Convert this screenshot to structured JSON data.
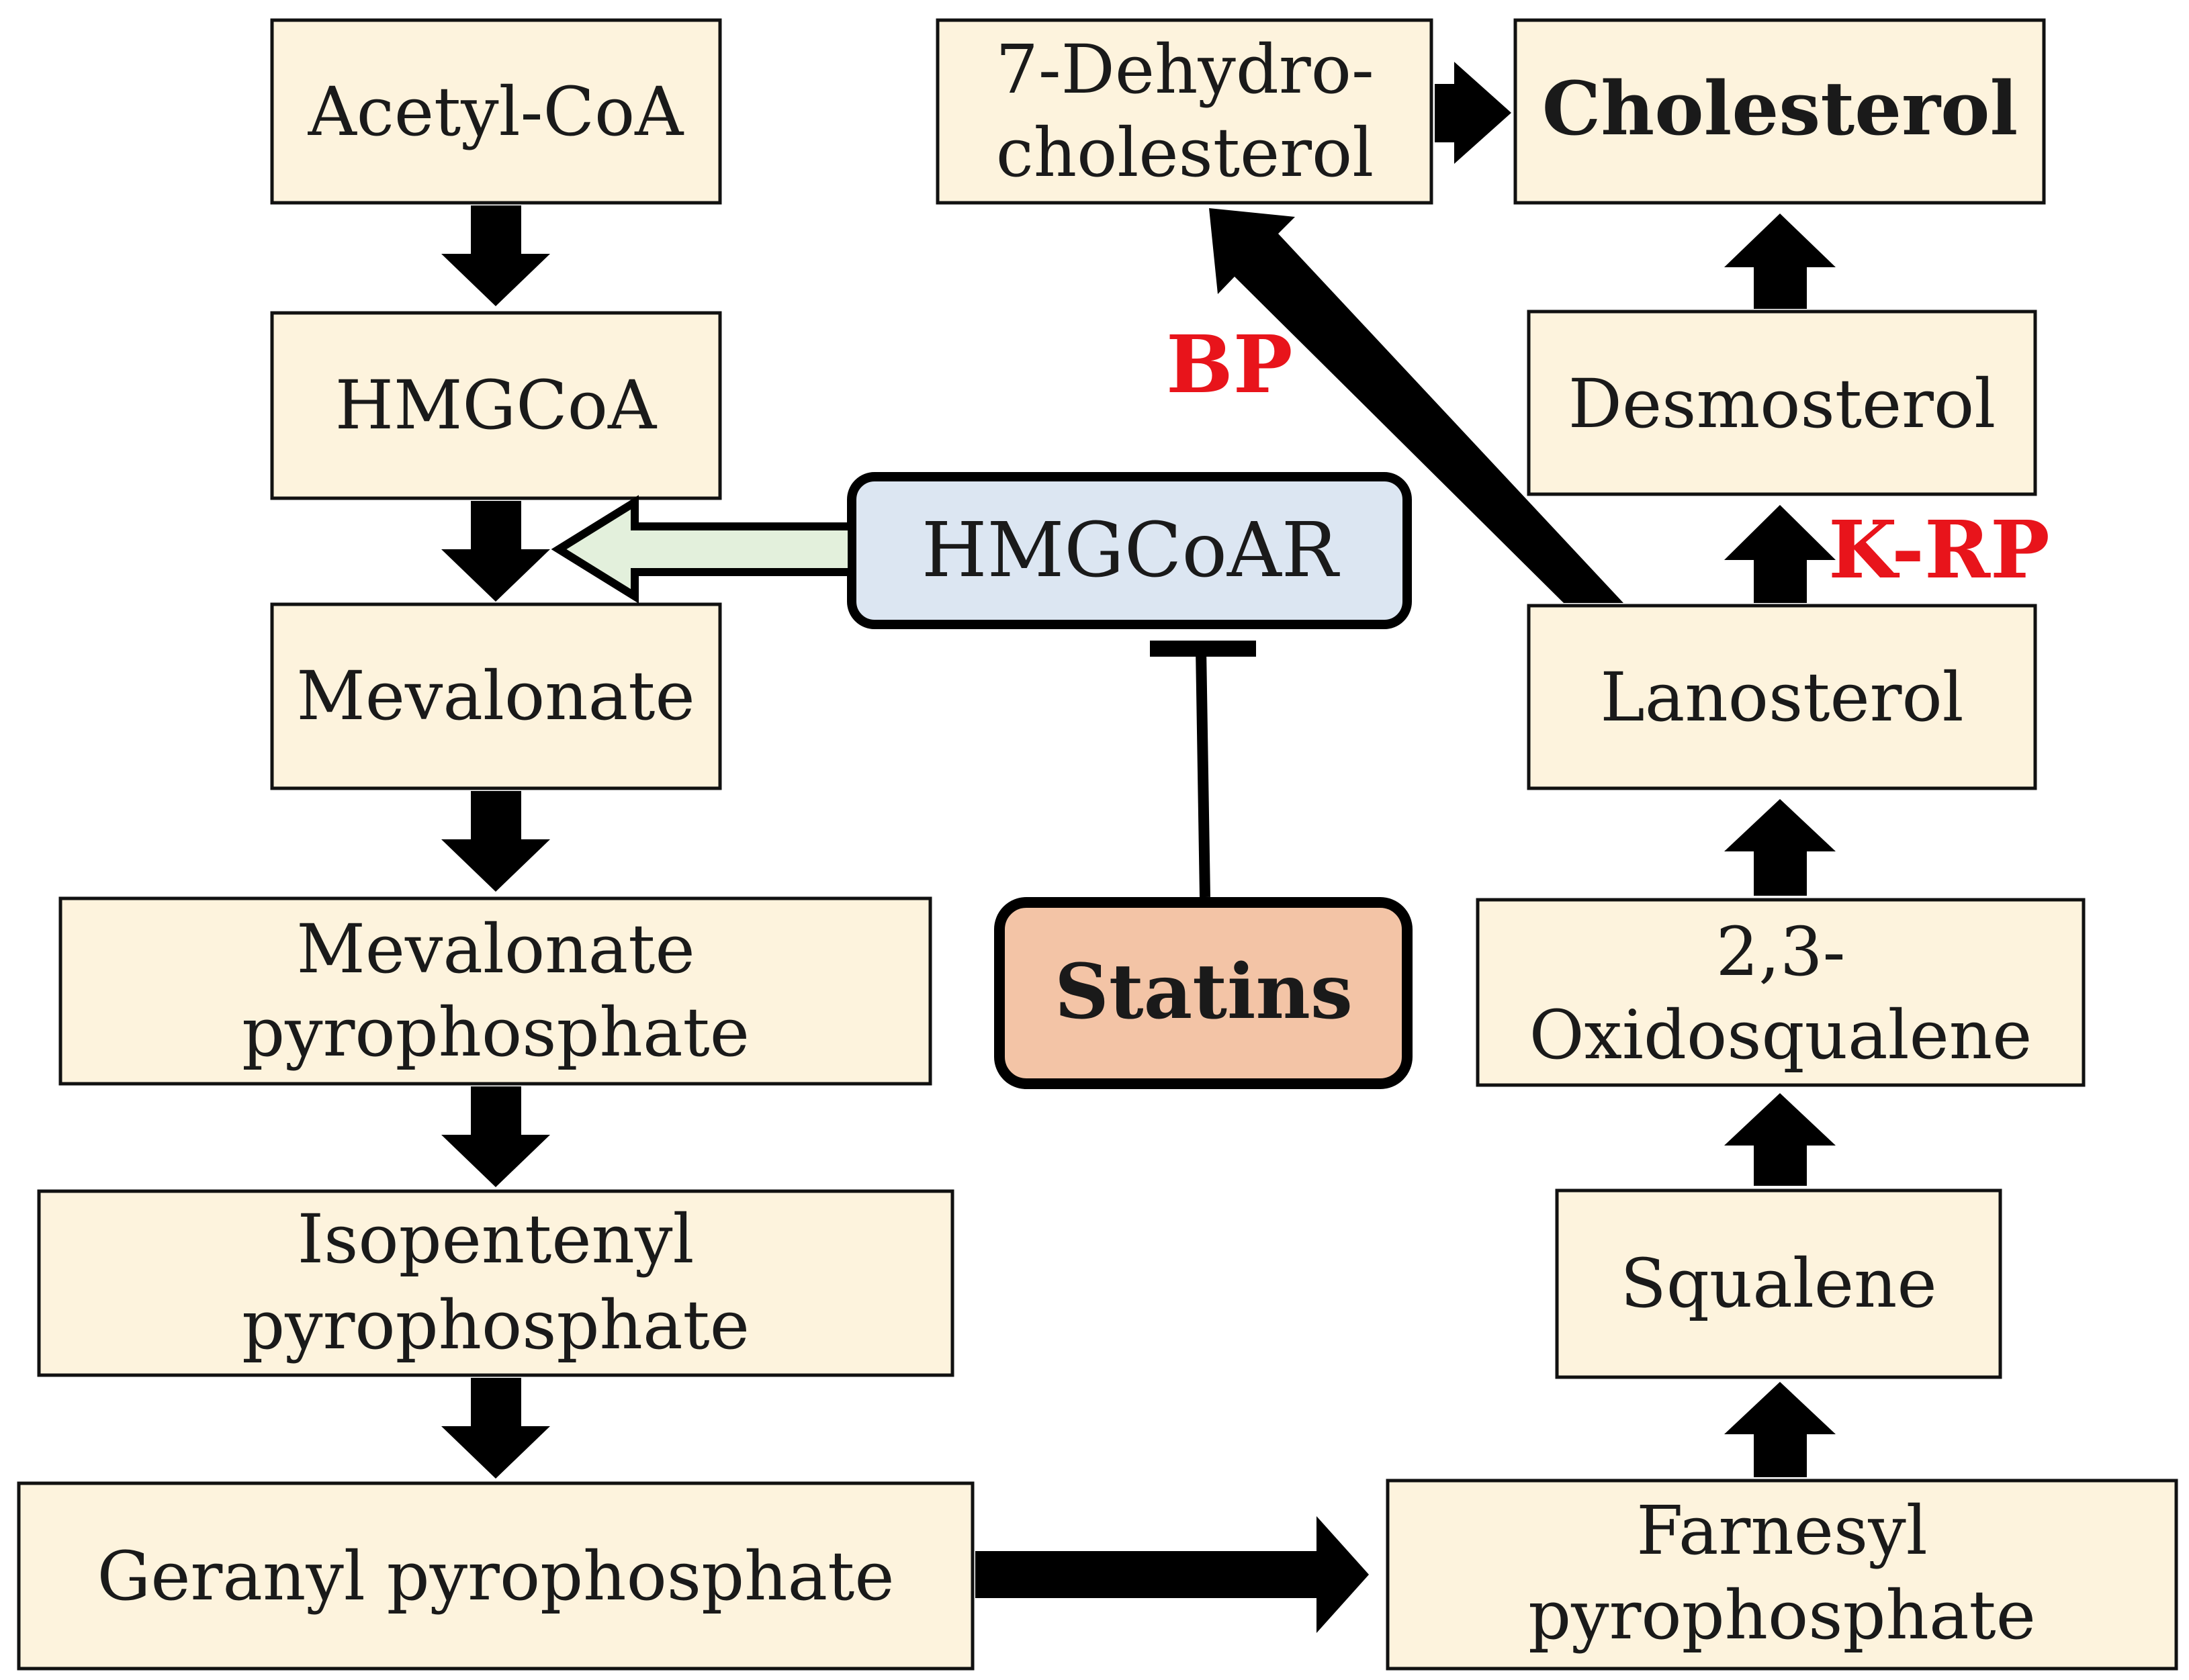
{
  "colors": {
    "box_fill": "#fdf3dd",
    "box_stroke": "#111111",
    "arrow": "#000000",
    "enzyme_fill": "#dce6f2",
    "inhibitor_fill": "#f3c4a6",
    "open_arrow_fill": "#e3f0dc",
    "annotation_red": "#e8141b"
  },
  "nodes": {
    "acetyl_coa": "Acetyl-CoA",
    "hmgcoa": "HMGCoA",
    "mevalonate": "Mevalonate",
    "mevalonate_pp": [
      "Mevalonate",
      "pyrophosphate"
    ],
    "isopentenyl_pp": [
      "Isopentenyl",
      "pyrophosphate"
    ],
    "geranyl_pp": "Geranyl pyrophosphate",
    "farnesyl_pp": [
      "Farnesyl",
      "pyrophosphate"
    ],
    "squalene": "Squalene",
    "oxidosqualene": [
      "2,3-",
      "Oxidosqualene"
    ],
    "lanosterol": "Lanosterol",
    "desmosterol": "Desmosterol",
    "dehydrocholesterol": [
      "7-Dehydro-",
      "cholesterol"
    ],
    "cholesterol": "Cholesterol",
    "enzyme": "HMGCoAR",
    "inhibitor": "Statins"
  },
  "annotations": {
    "bp": "BP",
    "krp": "K-RP"
  }
}
